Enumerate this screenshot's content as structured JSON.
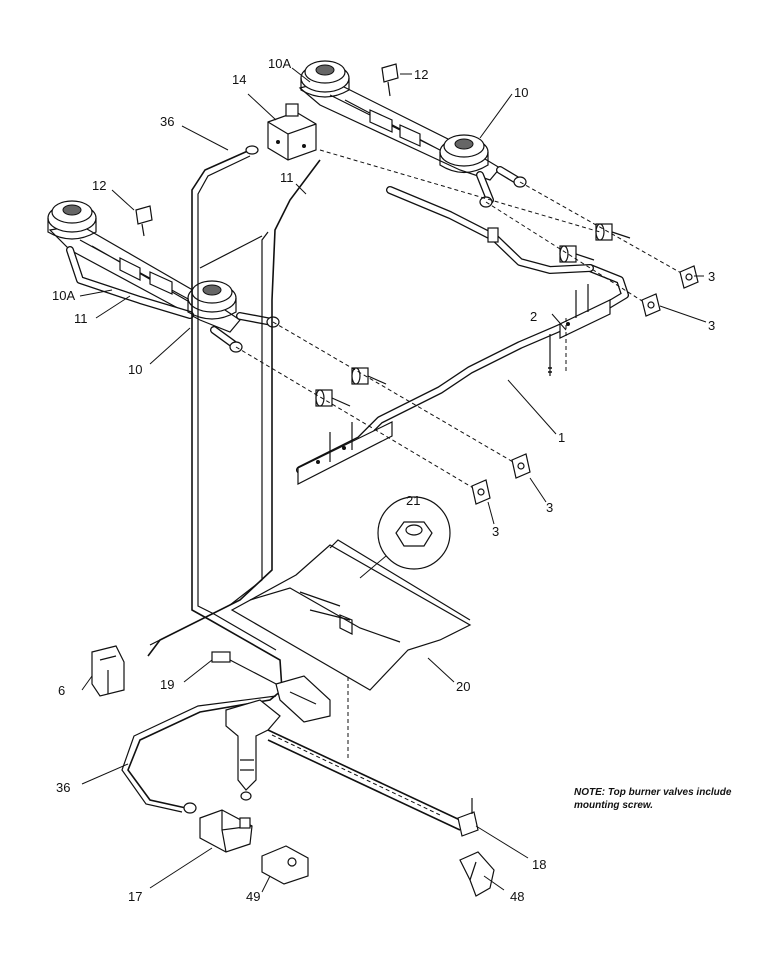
{
  "note": {
    "text": "NOTE: Top burner valves include mounting screw."
  },
  "labels": {
    "l1": "1",
    "l2": "2",
    "l3a": "3",
    "l3b": "3",
    "l3c": "3",
    "l3d": "3",
    "l6": "6",
    "l10a": "10",
    "l10b": "10",
    "l10Aa": "10A",
    "l10Ab": "10A",
    "l11a": "11",
    "l11b": "11",
    "l12a": "12",
    "l12b": "12",
    "l14": "14",
    "l17": "17",
    "l18": "18",
    "l19": "19",
    "l20": "20",
    "l21": "21",
    "l36a": "36",
    "l36b": "36",
    "l48": "48",
    "l49": "49"
  }
}
